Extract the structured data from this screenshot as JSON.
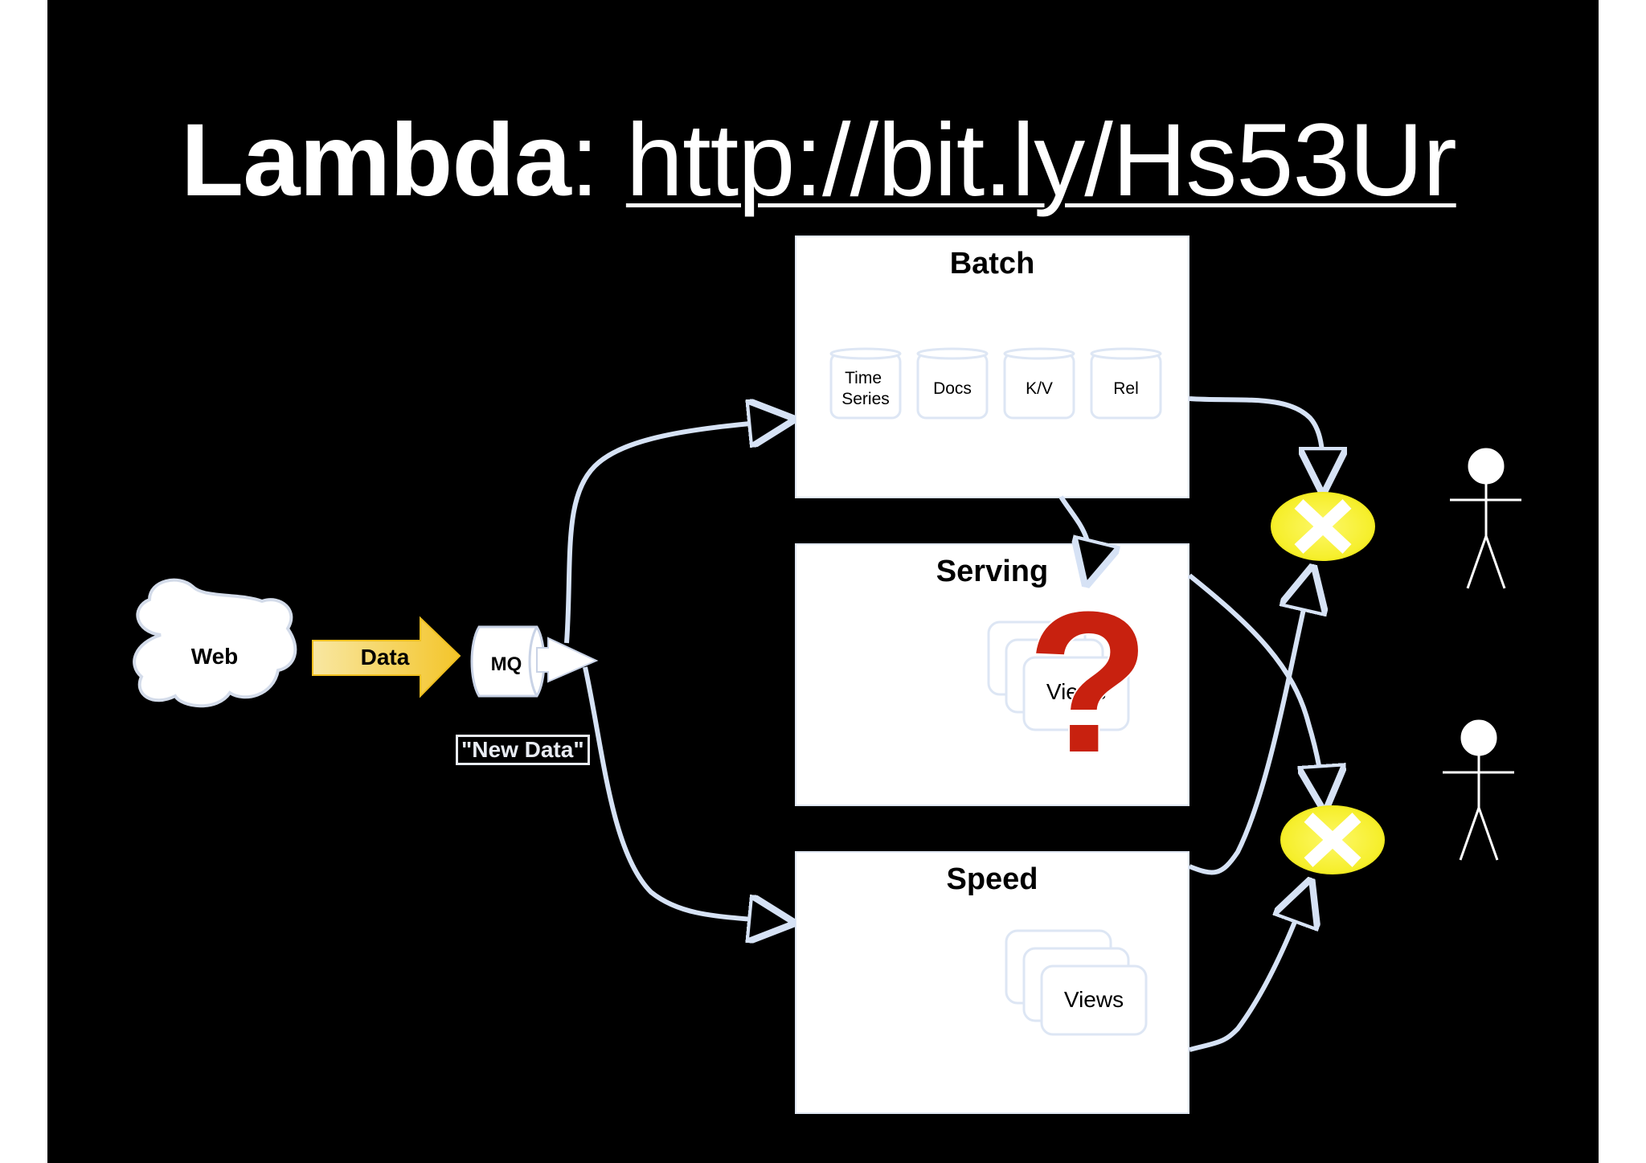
{
  "title": {
    "bold": "Lambda",
    "separator": ":",
    "link": "http://bit.ly/Hs53Ur"
  },
  "diagram": {
    "source": "Web",
    "arrow_label": "Data",
    "queue": "MQ",
    "queue_note": "\"New Data\"",
    "batch": {
      "title": "Batch",
      "stores": [
        "Time Series",
        "Docs",
        "K/V",
        "Rel"
      ]
    },
    "serving": {
      "title": "Serving",
      "views_label": "Views",
      "question": "?"
    },
    "speed": {
      "title": "Speed",
      "views_label": "Views"
    }
  },
  "colors": {
    "background": "#000000",
    "connector": "#d6e2f5",
    "data_arrow": "#f7d04a",
    "merge_node": "#f7f22a",
    "question_mark": "#c8210f"
  }
}
